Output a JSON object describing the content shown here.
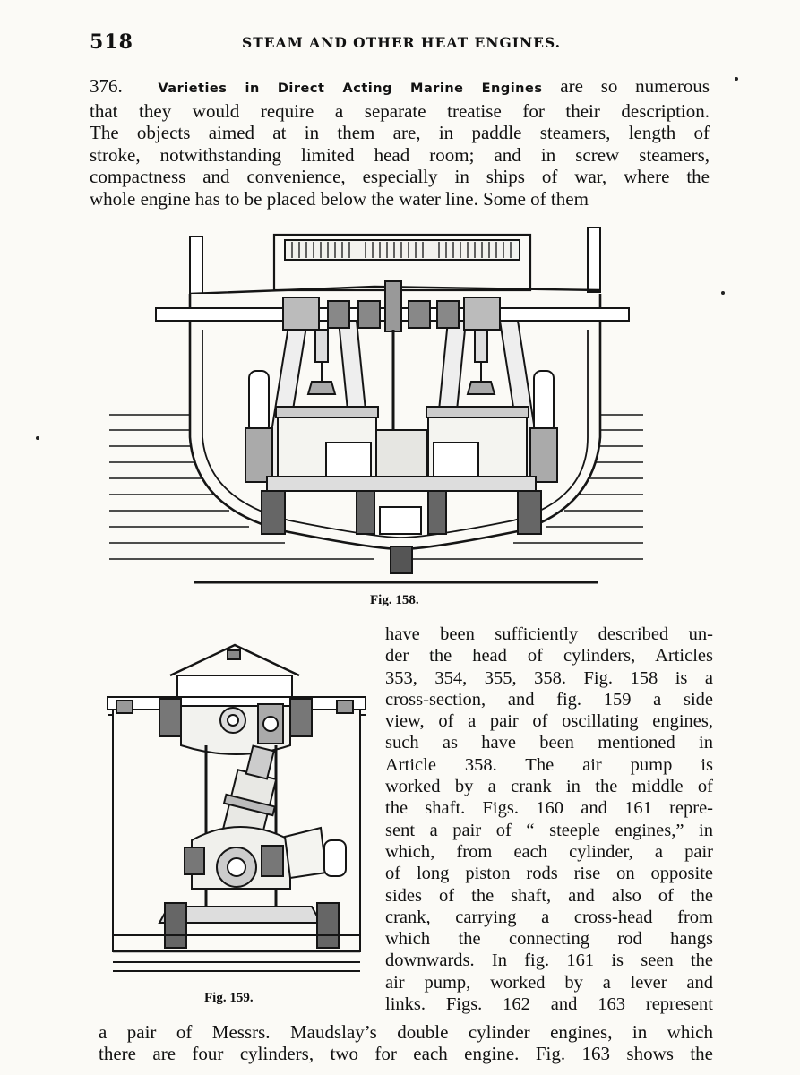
{
  "header": {
    "page_number": "518",
    "running_head": "STEAM AND OTHER HEAT ENGINES."
  },
  "section": {
    "number": "376.",
    "title": "Varieties in Direct Acting Marine Engines",
    "lines": [
      " are so numerous",
      "that they would require a separate treatise for their description.",
      "The objects aimed at in them are, in paddle steamers, length of",
      "stroke, notwithstanding limited head room; and in screw steamers,",
      "compactness and convenience, especially in ships of war, where the",
      "whole engine has to be placed below the water line.  Some of them"
    ]
  },
  "figures": {
    "fig158_caption": "Fig. 158.",
    "fig159_caption": "Fig. 159."
  },
  "column_text": [
    "have been sufficiently described un-",
    "der the head of cylinders, Articles",
    "353, 354, 355, 358.  Fig. 158 is a",
    "cross-section, and fig. 159 a side",
    "view, of a pair of oscillating engines,",
    "such as have been mentioned in",
    "Article 358.  The air pump is",
    "worked by a crank in the middle of",
    "the shaft.  Figs. 160 and 161 repre-",
    "sent a pair of “ steeple engines,” in",
    "which, from each cylinder, a pair",
    "of long piston rods rise on opposite",
    "sides of the shaft, and also of the",
    "crank, carrying a cross-head from",
    "which the connecting rod hangs",
    "downwards.  In fig. 161 is seen the",
    "air pump, worked by a lever and",
    "links.  Figs. 162 and 163 represent"
  ],
  "bottom_text": [
    "a pair of Messrs. Maudslay’s double cylinder engines, in which",
    "there are four cylinders, two for each engine.  Fig. 163 shows the"
  ]
}
